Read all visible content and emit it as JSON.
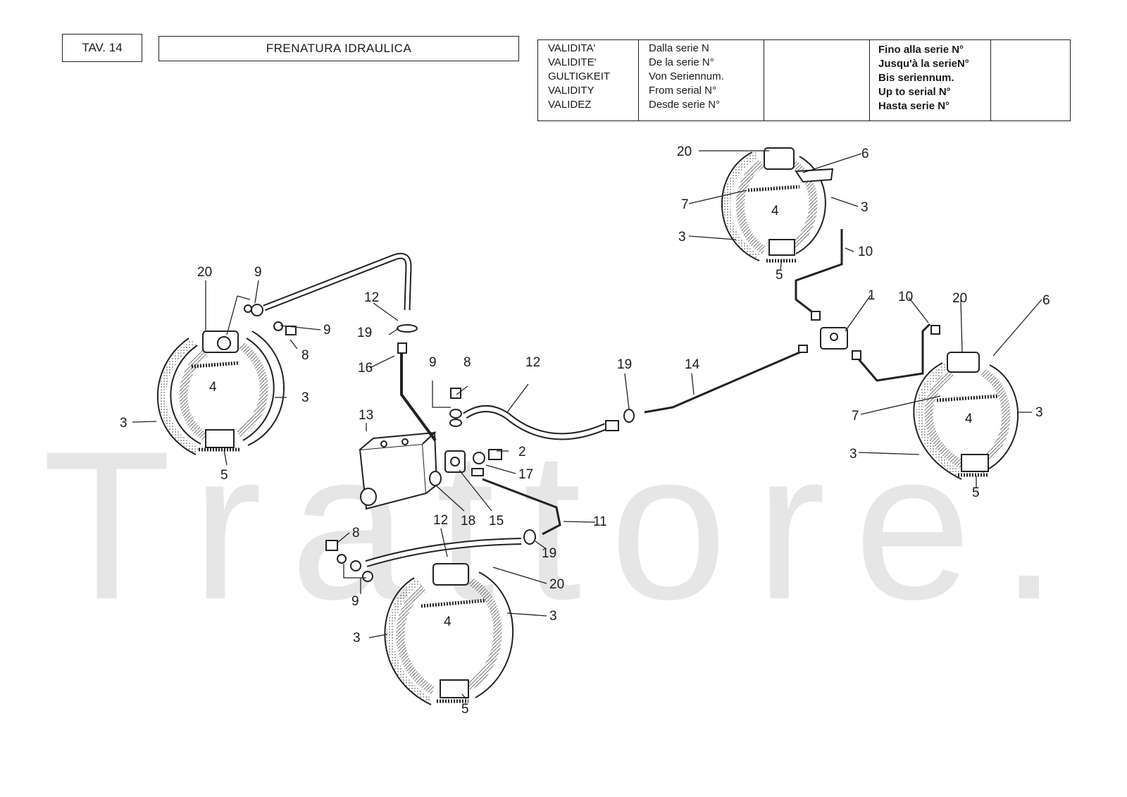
{
  "header": {
    "plate": "TAV. 14",
    "title": "FRENATURA IDRAULICA"
  },
  "validity": {
    "labels": [
      "VALIDITA'",
      "VALIDITE'",
      "GULTIGKEIT",
      "VALIDITY",
      "VALIDEZ"
    ],
    "from": [
      "Dalla serie N",
      "De la serie N°",
      "Von  Seriennum.",
      "From serial N°",
      "Desde serie N°"
    ],
    "to": [
      "Fino alla serie N°",
      "Jusqu'à la serieN°",
      "Bis seriennum.",
      "Up to serial N°",
      "Hasta serie N°"
    ]
  },
  "watermark": "Trattore.it",
  "callouts": {
    "a20": "20",
    "a9a": "9",
    "a12a": "12",
    "a9b": "9",
    "a8a": "8",
    "a4a": "4",
    "a3a": "3",
    "a3b": "3",
    "a5a": "5",
    "b19a": "19",
    "b16": "16",
    "b9": "9",
    "b8": "8",
    "b12": "12",
    "b13": "13",
    "b2": "2",
    "b17": "17",
    "b18": "18",
    "b15": "15",
    "b19b": "19",
    "b14": "14",
    "c12": "12",
    "c11": "11",
    "c19": "19",
    "c8": "8",
    "c9": "9",
    "c20": "20",
    "c4": "4",
    "c3a": "3",
    "c3b": "3",
    "c5": "5",
    "d20": "20",
    "d6": "6",
    "d7": "7",
    "d4": "4",
    "d3a": "3",
    "d3b": "3",
    "d10": "10",
    "d5": "5",
    "e1": "1",
    "e10": "10",
    "e20": "20",
    "e6": "6",
    "e7": "7",
    "e4": "4",
    "e3a": "3",
    "e3b": "3",
    "e5": "5"
  }
}
